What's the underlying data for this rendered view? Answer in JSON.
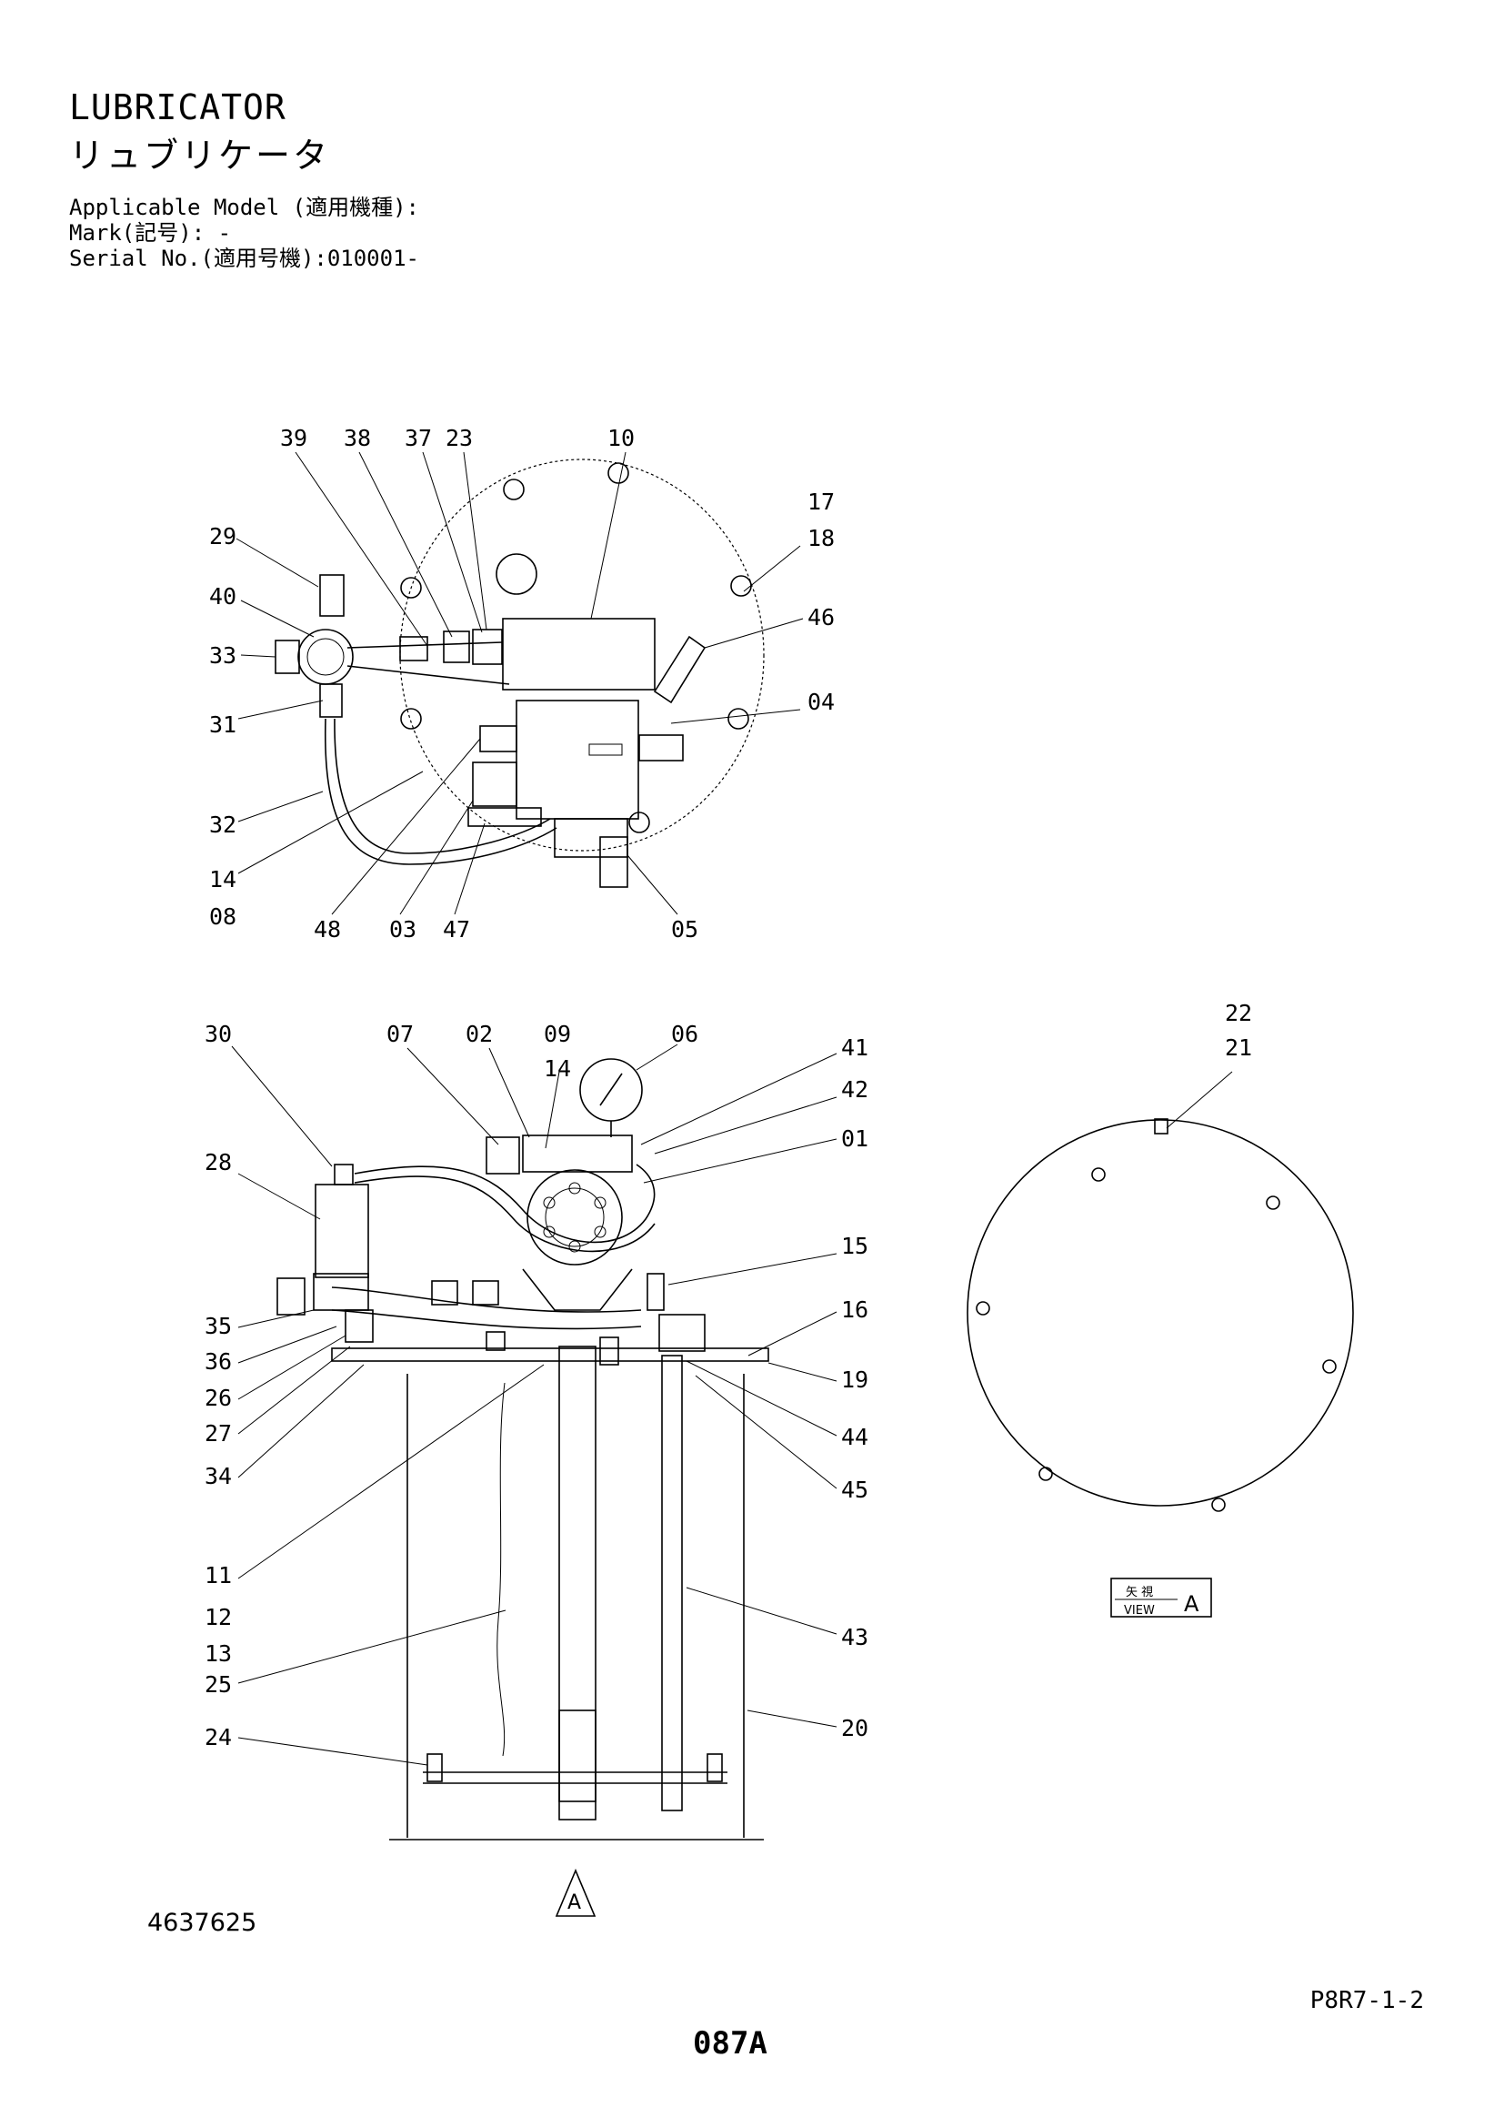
{
  "header": {
    "title_en": "LUBRICATOR",
    "title_jp": "リュブリケータ",
    "applicable_model": "Applicable Model (適用機種):",
    "mark": "Mark(記号): -",
    "serial_no": "Serial No.(適用号機):010001-"
  },
  "callouts": {
    "top_view": [
      "39",
      "38",
      "37",
      "23",
      "10",
      "17",
      "18",
      "29",
      "40",
      "33",
      "31",
      "32",
      "14",
      "08",
      "48",
      "03",
      "47",
      "05",
      "46",
      "04"
    ],
    "front_view": [
      "30",
      "07",
      "02",
      "09",
      "14",
      "06",
      "41",
      "42",
      "01",
      "28",
      "15",
      "16",
      "35",
      "36",
      "26",
      "27",
      "34",
      "19",
      "44",
      "45",
      "11",
      "12",
      "13",
      "25",
      "24",
      "43",
      "20"
    ],
    "view_a": [
      "22",
      "21"
    ]
  },
  "view_badge": {
    "jp": "矢 視",
    "en": "VIEW",
    "letter": "A"
  },
  "view_arrow_letter": "A",
  "footer": {
    "doc_number": "4637625",
    "page_ref": "P8R7-1-2",
    "page_number": "087A"
  }
}
